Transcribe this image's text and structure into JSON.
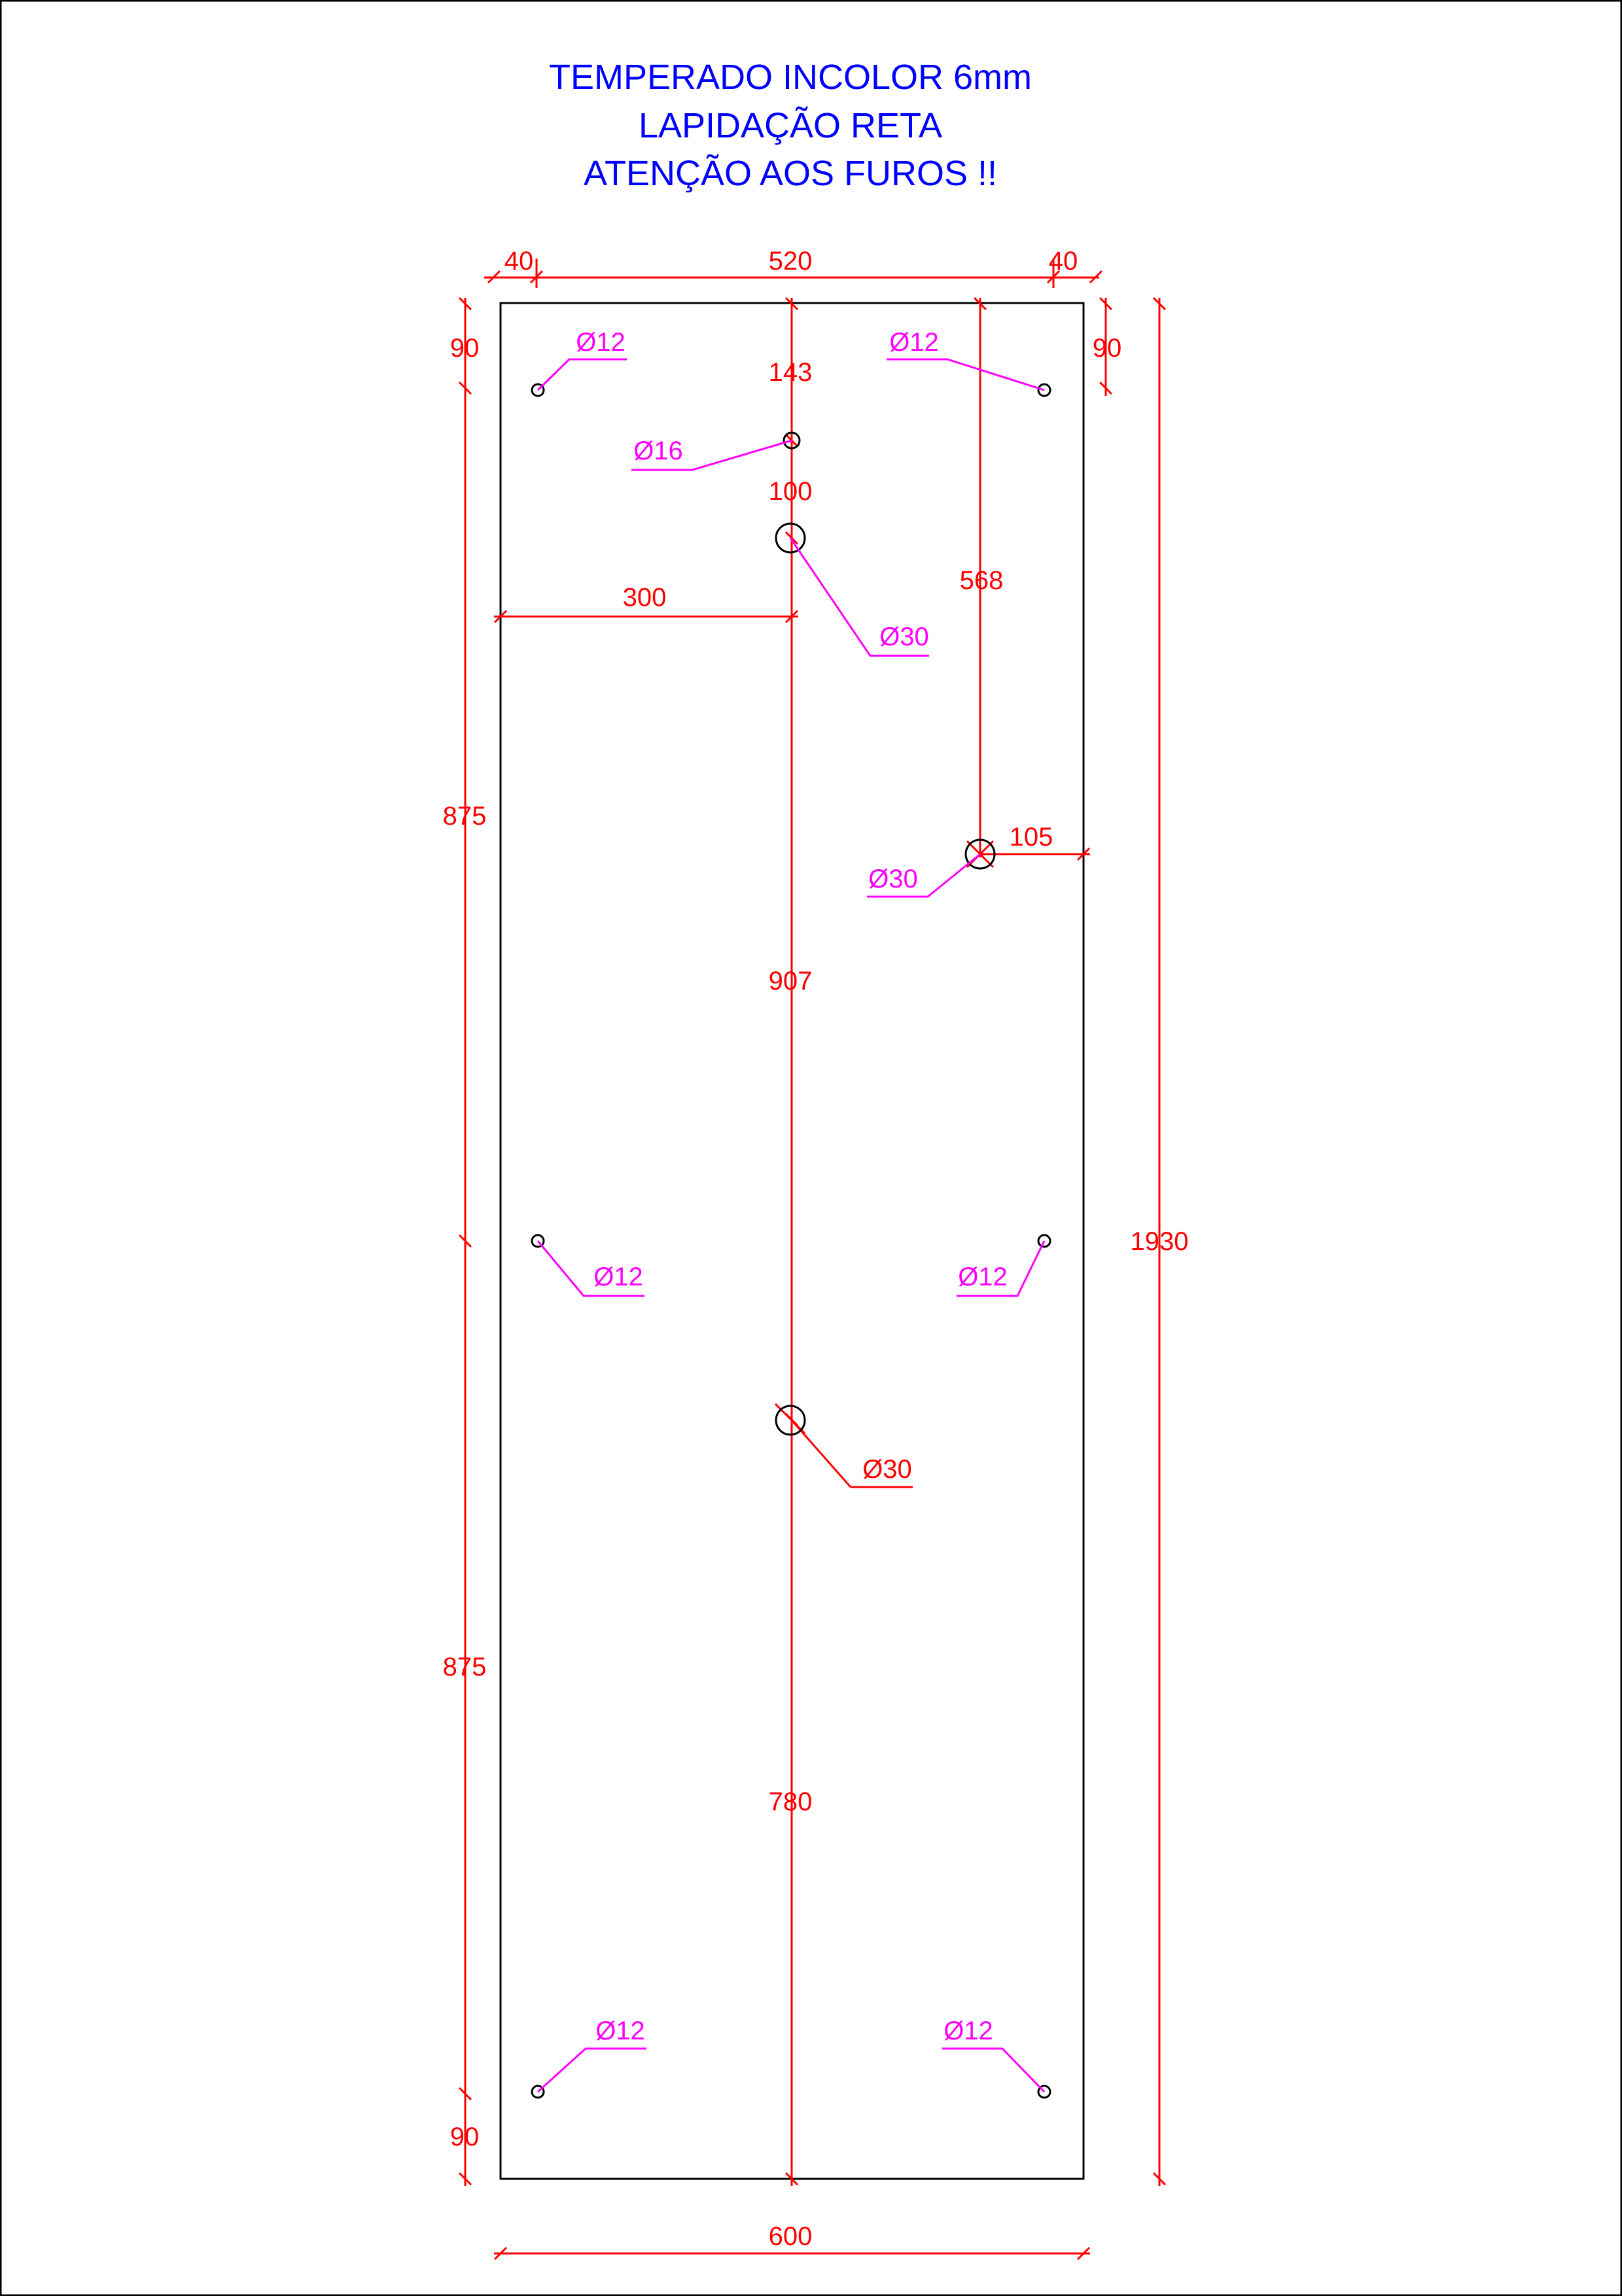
{
  "title_lines": [
    "TEMPERADO INCOLOR 6mm",
    "LAPIDAÇÃO RETA",
    "ATENÇÃO AOS FUROS !!"
  ],
  "dimensions": {
    "top_left_40": "40",
    "top_520": "520",
    "top_right_40": "40",
    "left_top_90": "90",
    "right_top_90": "90",
    "center_143": "143",
    "center_100": "100",
    "left_300": "300",
    "right_568": "568",
    "left_875_upper": "875",
    "right_105": "105",
    "center_907": "907",
    "total_height_1930": "1930",
    "left_875_lower": "875",
    "center_780": "780",
    "left_bottom_90": "90",
    "bottom_width_600": "600"
  },
  "hole_labels": {
    "top_left": "Ø12",
    "top_right": "Ø12",
    "top_center_small": "Ø16",
    "upper_center": "Ø30",
    "right_mid": "Ø30",
    "mid_left": "Ø12",
    "mid_right": "Ø12",
    "lower_center": "Ø30",
    "bottom_left": "Ø12",
    "bottom_right": "Ø12"
  },
  "colors": {
    "title": "#0000ff",
    "dimension": "#ff0000",
    "hole_callout": "#ff00ff",
    "outline": "#000000"
  }
}
